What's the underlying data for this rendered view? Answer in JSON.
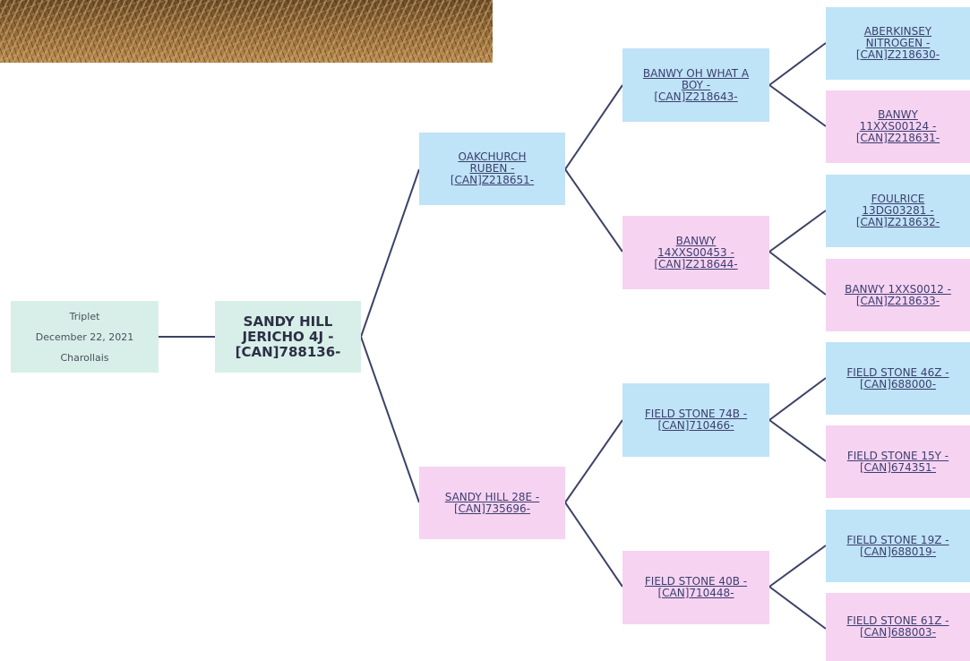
{
  "subject": {
    "name_lines": [
      "SANDY HILL",
      "JERICHO 4J -",
      "[CAN]788136-"
    ]
  },
  "info": {
    "birth_type": "Triplet",
    "birth_date": "December 22, 2021",
    "breed": "Charollais"
  },
  "sire": {
    "lines": [
      "OAKCHURCH",
      "RUBEN -",
      "[CAN]Z218651-"
    ]
  },
  "dam": {
    "lines": [
      "SANDY HILL 28E -",
      "[CAN]735696-"
    ]
  },
  "sire_sire": {
    "lines": [
      "BANWY OH WHAT A",
      "BOY -",
      "[CAN]Z218643-"
    ]
  },
  "sire_dam": {
    "lines": [
      "BANWY",
      "14XXS00453 -",
      "[CAN]Z218644-"
    ]
  },
  "dam_sire": {
    "lines": [
      "FIELD STONE 74B -",
      "[CAN]710466-"
    ]
  },
  "dam_dam": {
    "lines": [
      "FIELD STONE 40B -",
      "[CAN]710448-"
    ]
  },
  "ss_sire": {
    "lines": [
      "ABERKINSEY",
      "NITROGEN -",
      "[CAN]Z218630-"
    ]
  },
  "ss_dam": {
    "lines": [
      "BANWY",
      "11XXS00124 -",
      "[CAN]Z218631-"
    ]
  },
  "sd_sire": {
    "lines": [
      "FOULRICE",
      "13DG03281 -",
      "[CAN]Z218632-"
    ]
  },
  "sd_dam": {
    "lines": [
      "BANWY 1XXS0012 -",
      "[CAN]Z218633-"
    ]
  },
  "ds_sire": {
    "lines": [
      "FIELD STONE 46Z -",
      "[CAN]688000-"
    ]
  },
  "ds_dam": {
    "lines": [
      "FIELD STONE 15Y -",
      "[CAN]674351-"
    ]
  },
  "dd_sire": {
    "lines": [
      "FIELD STONE 19Z -",
      "[CAN]688019-"
    ]
  },
  "dd_dam": {
    "lines": [
      "FIELD STONE 61Z -",
      "[CAN]688003-"
    ]
  },
  "colors": {
    "sire_box": "#bfe3f7",
    "dam_box": "#f7d3f2",
    "info_box": "#d7efe8",
    "connector": "#3c4266",
    "link_text": "#3b3f6e"
  },
  "icons": {
    "header_image": "hay-straw-photo"
  }
}
